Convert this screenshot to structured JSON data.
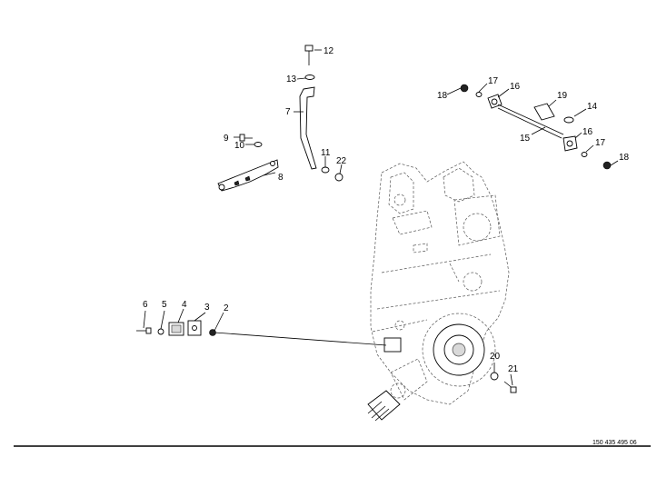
{
  "callouts": [
    {
      "id": "c1",
      "text": "2"
    },
    {
      "id": "c2",
      "text": "3"
    },
    {
      "id": "c3",
      "text": "4"
    },
    {
      "id": "c4",
      "text": "5"
    },
    {
      "id": "c5",
      "text": "6"
    },
    {
      "id": "c6",
      "text": "7"
    },
    {
      "id": "c7",
      "text": "8"
    },
    {
      "id": "c8",
      "text": "9"
    },
    {
      "id": "c9",
      "text": "10"
    },
    {
      "id": "c10",
      "text": "11"
    },
    {
      "id": "c11",
      "text": "12"
    },
    {
      "id": "c12",
      "text": "13"
    },
    {
      "id": "c13",
      "text": "14"
    },
    {
      "id": "c14",
      "text": "15"
    },
    {
      "id": "c15",
      "text": "16"
    },
    {
      "id": "c16",
      "text": "16"
    },
    {
      "id": "c17",
      "text": "17"
    },
    {
      "id": "c18",
      "text": "17"
    },
    {
      "id": "c19",
      "text": "18"
    },
    {
      "id": "c20",
      "text": "18"
    },
    {
      "id": "c21",
      "text": "19"
    },
    {
      "id": "c22",
      "text": "20"
    },
    {
      "id": "c23",
      "text": "21"
    },
    {
      "id": "c24",
      "text": "22"
    }
  ],
  "drawing_number": "150 435 495 06"
}
